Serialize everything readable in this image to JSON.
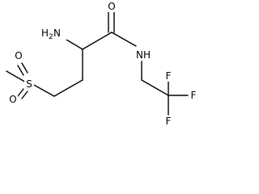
{
  "structure": {
    "atoms": {
      "s": "S",
      "o_upper": "O",
      "o_lower": "O",
      "o_carbonyl": "O",
      "nh2_main": "H",
      "nh2_sub": "2",
      "nh2_n": "N",
      "nh": "NH",
      "f_top": "F",
      "f_right": "F",
      "f_bottom": "F"
    }
  }
}
